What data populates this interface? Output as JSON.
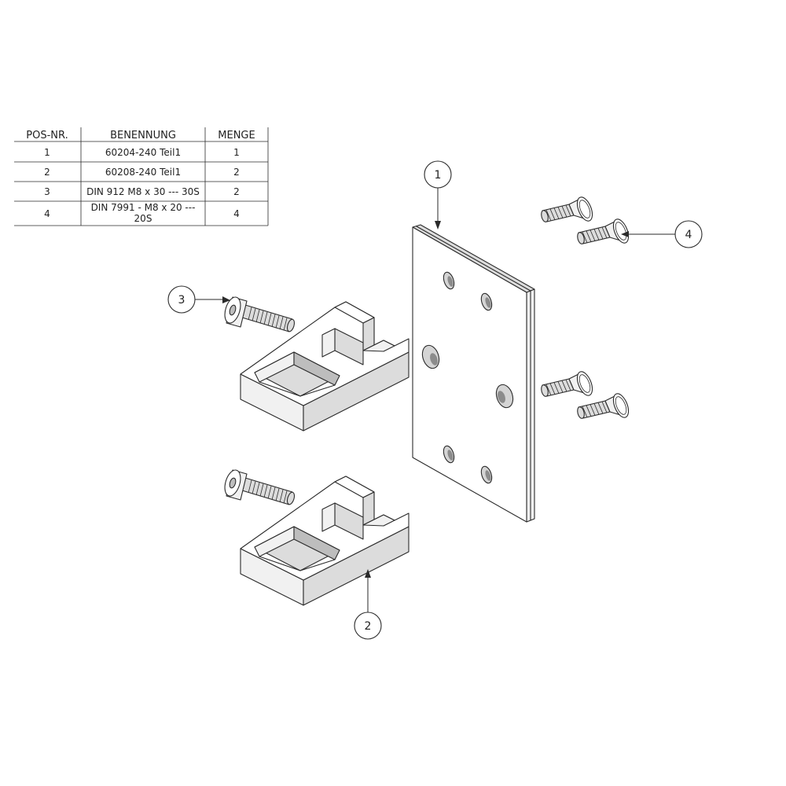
{
  "bom": {
    "headers": [
      "POS-NR.",
      "BENENNUNG",
      "MENGE"
    ],
    "rows": [
      {
        "pos": "1",
        "name": [
          "60204-240 Teil1"
        ],
        "qty": "1"
      },
      {
        "pos": "2",
        "name": [
          "60208-240 Teil1"
        ],
        "qty": "2"
      },
      {
        "pos": "3",
        "name": [
          "DIN 912 M8 x 30 --- 30S"
        ],
        "qty": "2"
      },
      {
        "pos": "4",
        "name": [
          "DIN 7991 - M8 x 20 ---",
          "20S"
        ],
        "qty": "4"
      }
    ]
  },
  "balloons": [
    {
      "id": "1",
      "label": "1"
    },
    {
      "id": "2",
      "label": "2"
    },
    {
      "id": "3",
      "label": "3"
    },
    {
      "id": "4",
      "label": "4"
    }
  ],
  "parts": {
    "plate": {
      "pos": "1",
      "holes": 6
    },
    "blocks": {
      "pos": "2",
      "count": 2
    },
    "cap_screws": {
      "pos": "3",
      "count": 2
    },
    "countersunk_screws": {
      "pos": "4",
      "count": 4
    }
  }
}
